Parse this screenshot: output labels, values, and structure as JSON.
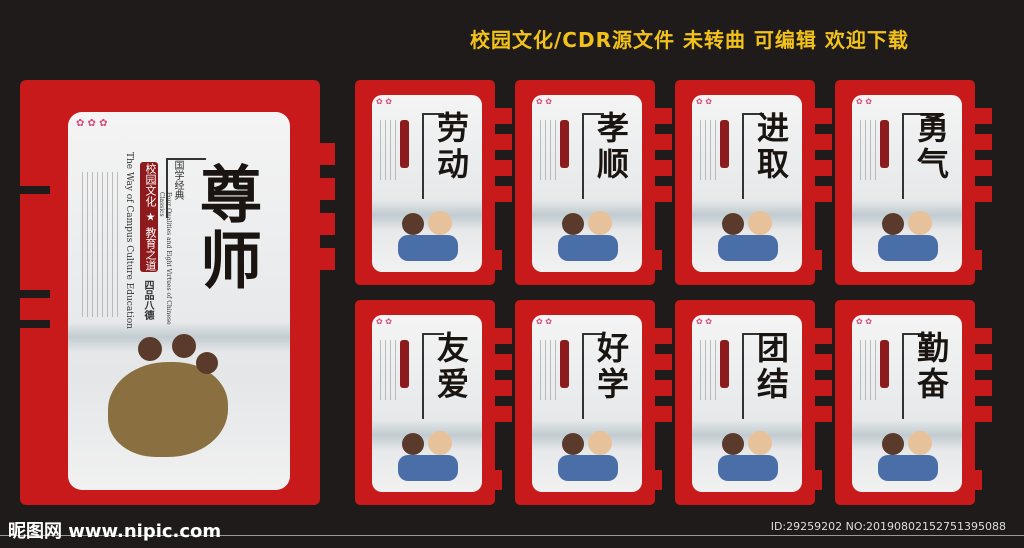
{
  "header": {
    "text": "校园文化/CDR源文件 未转曲 可编辑 欢迎下载"
  },
  "main_panel": {
    "title": "尊师",
    "label": "国学经典",
    "banner": "校园文化 ★ 教育之道",
    "subtitle": "四品八德",
    "english_1": "The Way of Campus Culture Education",
    "english_2": "Four Qualities and Eight Virtues of Chinese Classics"
  },
  "panels": [
    {
      "title": "劳动"
    },
    {
      "title": "孝顺"
    },
    {
      "title": "进取"
    },
    {
      "title": "勇气"
    },
    {
      "title": "友爱"
    },
    {
      "title": "好学"
    },
    {
      "title": "团结"
    },
    {
      "title": "勤奋"
    }
  ],
  "footer": {
    "logo": "昵图网 www.nipic.com",
    "id": "ID:29259202 NO:20190802152751395088"
  },
  "colors": {
    "background": "#1f1b1b",
    "frame_red": "#c8191b",
    "header_yellow": "#f2c21b"
  }
}
